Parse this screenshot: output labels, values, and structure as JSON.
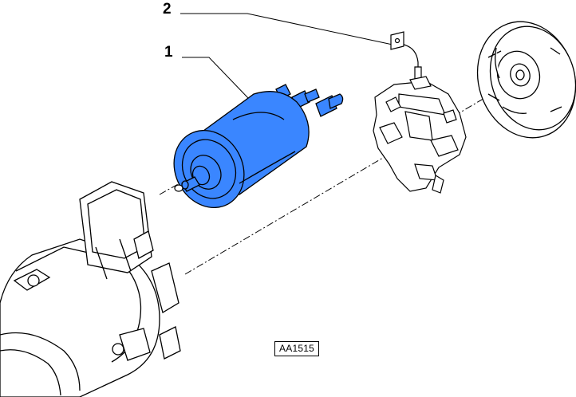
{
  "callouts": {
    "solenoid": "1",
    "brush_holder": "2"
  },
  "reference_code": "AA1515",
  "parts": {
    "solenoid": {
      "callout": "1",
      "highlight_color": "#3a86ff",
      "outline_color": "#000000"
    },
    "brush_holder": {
      "callout": "2"
    },
    "end_cover": {},
    "starter_housing": {}
  },
  "colors": {
    "background": "#ffffff",
    "line_art": "#000000",
    "highlight": "#3a86ff"
  }
}
